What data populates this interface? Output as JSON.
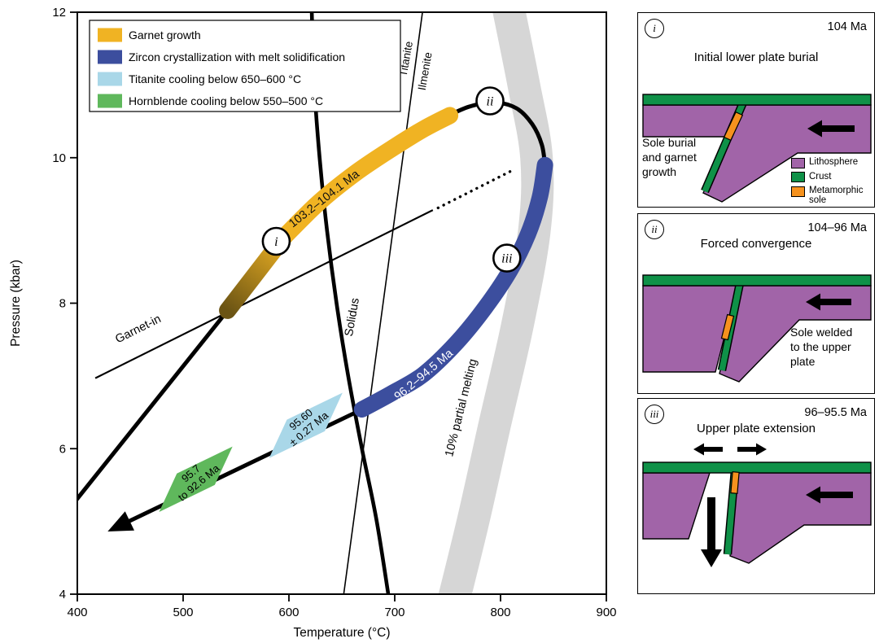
{
  "colors": {
    "gold": "#F0B323",
    "blue": "#3C4E9E",
    "light_blue": "#A9D7E8",
    "green": "#5FB85C",
    "gray_band": "#D6D6D6",
    "purple": "#A164A8",
    "crust_green": "#0F9148",
    "sole_orange": "#F6921E"
  },
  "chart_data": {
    "type": "line",
    "xlabel": "Temperature (°C)",
    "ylabel": "Pressure (kbar)",
    "xlim": [
      400,
      900
    ],
    "ylim": [
      4,
      12
    ],
    "xticks": [
      400,
      500,
      600,
      700,
      800,
      900
    ],
    "yticks": [
      4,
      6,
      8,
      10,
      12
    ],
    "grid": false,
    "legend_position": "upper left",
    "legend": [
      {
        "color_key": "gold",
        "label": "Garnet growth"
      },
      {
        "color_key": "blue",
        "label": "Zircon crystallization with melt solidification"
      },
      {
        "color_key": "light_blue",
        "label": "Titanite cooling below 650–600 °C"
      },
      {
        "color_key": "green",
        "label": "Hornblende cooling below 550–500 °C"
      }
    ],
    "series": [
      {
        "name": "10% partial melting band",
        "kind": "band",
        "color_key": "gray_band",
        "width": 40,
        "cap": "butt",
        "points": [
          [
            804,
            12.3
          ],
          [
            822,
            11.0
          ],
          [
            834,
            10.0
          ],
          [
            832,
            9.0
          ],
          [
            816,
            7.7
          ],
          [
            794,
            6.3
          ],
          [
            774,
            5.0
          ],
          [
            752,
            3.7
          ]
        ]
      },
      {
        "name": "Garnet-in line",
        "kind": "path",
        "color": "#000000",
        "width": 2.2,
        "points": [
          [
            417,
            6.97
          ],
          [
            736,
            9.28
          ]
        ]
      },
      {
        "name": "Garnet-in extrapolated",
        "kind": "path",
        "color": "#000000",
        "width": 3.4,
        "dash": "0.1 7.5",
        "cap": "round",
        "points": [
          [
            741,
            9.31
          ],
          [
            813,
            9.84
          ]
        ]
      },
      {
        "name": "Titanite ilmenite transition",
        "kind": "path",
        "color": "#000000",
        "width": 1.6,
        "points": [
          [
            729,
            12.3
          ],
          [
            649,
            3.7
          ]
        ]
      },
      {
        "name": "Solidus curve",
        "kind": "path",
        "color": "#000000",
        "width": 4.6,
        "points": [
          [
            621,
            12.3
          ],
          [
            624,
            11.0
          ],
          [
            629,
            10.0
          ],
          [
            636,
            9.0
          ],
          [
            645,
            8.0
          ],
          [
            656,
            7.0
          ],
          [
            669,
            6.0
          ],
          [
            683,
            5.0
          ],
          [
            697,
            3.7
          ]
        ]
      },
      {
        "name": "Prograde burial path",
        "kind": "path",
        "color": "#000000",
        "width": 5,
        "points": [
          [
            396,
            5.24
          ],
          [
            552,
            8.08
          ]
        ]
      },
      {
        "name": "Retrograde exhumation path",
        "kind": "path",
        "color": "#000000",
        "width": 5,
        "arrow": true,
        "points": [
          [
            672,
            6.56
          ],
          [
            437,
            4.92
          ]
        ]
      },
      {
        "name": "Peak pressure path",
        "kind": "path",
        "color": "#000000",
        "width": 5,
        "cap": "round",
        "points": [
          [
            748,
            10.56
          ],
          [
            770,
            10.7
          ],
          [
            793,
            10.76
          ],
          [
            815,
            10.68
          ],
          [
            830,
            10.46
          ],
          [
            839,
            10.18
          ],
          [
            842,
            9.9
          ]
        ]
      },
      {
        "name": "Garnet growth fade",
        "kind": "band",
        "gradient": [
          "#6B5414",
          "#F0B323"
        ],
        "width": 21,
        "points": [
          [
            542,
            7.9
          ],
          [
            596,
            8.92
          ]
        ]
      },
      {
        "name": "Garnet growth band 103.2-104.1 Ma",
        "kind": "band",
        "color_key": "gold",
        "width": 21,
        "points": [
          [
            592,
            8.86
          ],
          [
            628,
            9.38
          ],
          [
            664,
            9.8
          ],
          [
            700,
            10.15
          ],
          [
            728,
            10.4
          ],
          [
            752,
            10.58
          ]
        ]
      },
      {
        "name": "Zircon crystallization band 96.2-94.5 Ma",
        "kind": "band",
        "color_key": "blue",
        "width": 20,
        "points": [
          [
            842,
            9.9
          ],
          [
            837,
            9.45
          ],
          [
            826,
            8.95
          ],
          [
            809,
            8.45
          ],
          [
            786,
            7.95
          ],
          [
            758,
            7.45
          ],
          [
            727,
            7.02
          ],
          [
            697,
            6.76
          ],
          [
            669,
            6.54
          ]
        ]
      }
    ],
    "boxes": [
      {
        "name": "titanite-age-box",
        "color_key": "light_blue",
        "center": [
          616,
          6.32
        ],
        "lines": [
          "95.60",
          "± 0.27 Ma"
        ]
      },
      {
        "name": "hornblende-age-box",
        "color_key": "green",
        "center": [
          512,
          5.58
        ],
        "lines": [
          "95.7",
          "to 92.6 Ma"
        ]
      }
    ],
    "annotations": [
      {
        "text": "103.2–104.1 Ma",
        "T": 633,
        "P": 9.44,
        "rot": -38,
        "size": 14.5,
        "color": "#111111",
        "dy": 5
      },
      {
        "text": "96.2–94.5 Ma",
        "T": 727,
        "P": 7.02,
        "rot": -40,
        "size": 14.5,
        "color": "#ffffff",
        "dy": 5
      },
      {
        "text": "10% partial melting",
        "T": 766,
        "P": 6.55,
        "rot": -76,
        "size": 14.5,
        "color": "#000000",
        "dy": 0
      },
      {
        "text": "Solidus",
        "T": 663,
        "P": 7.8,
        "rot": -80,
        "size": 14.5,
        "color": "#000000",
        "dy": 0
      },
      {
        "text": "Titanite",
        "T": 714,
        "P": 11.35,
        "rot": -80,
        "size": 13.5,
        "color": "#000000",
        "dy": 0
      },
      {
        "text": "Ilmenite",
        "T": 732,
        "P": 11.18,
        "rot": -80,
        "size": 13.5,
        "color": "#000000",
        "dy": 0
      },
      {
        "text": "Garnet-in",
        "T": 459,
        "P": 7.6,
        "rot": -26.5,
        "size": 14.5,
        "color": "#000000",
        "dy": 0
      }
    ],
    "markers": [
      {
        "label": "i",
        "T": 588,
        "P": 8.85
      },
      {
        "label": "ii",
        "T": 790,
        "P": 10.78
      },
      {
        "label": "iii",
        "T": 806,
        "P": 8.62
      }
    ]
  },
  "panels": [
    {
      "num": "i",
      "age": "104 Ma",
      "title": "Initial lower plate burial",
      "note": [
        "Sole burial",
        "and garnet",
        "growth"
      ],
      "legend": [
        {
          "color_key": "purple",
          "label": "Lithosphere"
        },
        {
          "color_key": "crust_green",
          "label": "Crust"
        },
        {
          "color_key": "sole_orange",
          "label": "Metamorphic sole"
        }
      ]
    },
    {
      "num": "ii",
      "age": "104–96 Ma",
      "title": "Forced convergence",
      "note": [
        "Sole welded",
        "to the upper",
        "plate"
      ]
    },
    {
      "num": "iii",
      "age": "96–95.5 Ma",
      "title": "Upper plate extension",
      "note": []
    }
  ]
}
